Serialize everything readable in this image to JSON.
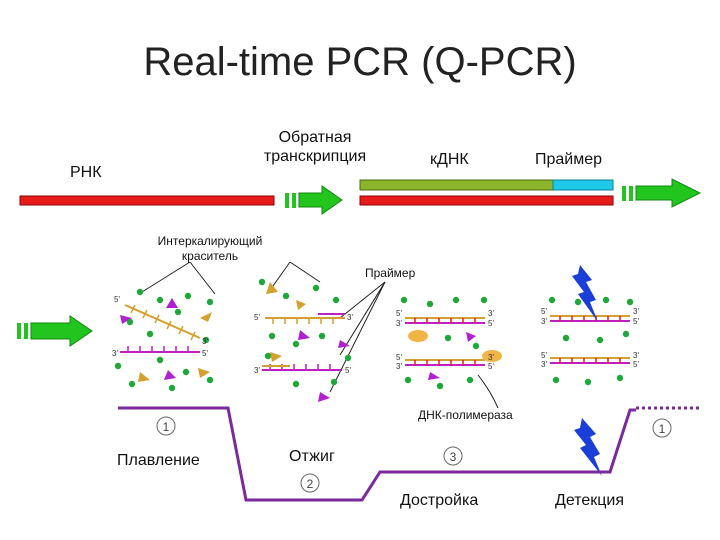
{
  "title": "Real-time PCR (Q-PCR)",
  "labels": {
    "rna": "РНК",
    "reverse_transcription_line1": "Обратная",
    "reverse_transcription_line2": "транскрипция",
    "cdna": "кДНК",
    "primer_top": "Праймер",
    "intercalating_line1": "Интеркалирующий",
    "intercalating_line2": "краситель",
    "primer_mid": "Праймер",
    "dna_polymerase": "ДНК-полимераза",
    "melting": "Плавление",
    "annealing": "Отжиг",
    "extension": "Достройка",
    "detection": "Детекция"
  },
  "steps": [
    "1",
    "2",
    "3",
    "1"
  ],
  "strand_ends": [
    "5'",
    "3'",
    "3'",
    "5'",
    "5'",
    "3'",
    "3'",
    "5'",
    "5'",
    "3'",
    "3'",
    "5'",
    "5'",
    "3'",
    "3'",
    "5'",
    "5'",
    "3'",
    "3'",
    "5'",
    "5'",
    "3'",
    "3'",
    "5'"
  ],
  "colors": {
    "rna_strand": "#e81b1b",
    "cdna_strand": "#8db52c",
    "primer": "#1ec8e8",
    "arrow": "#22c41e",
    "temperature_profile": "#7a2a9a",
    "dye": "#1fa83a",
    "lightning": "#1a3fd8",
    "polymerase": "#f2b447"
  }
}
